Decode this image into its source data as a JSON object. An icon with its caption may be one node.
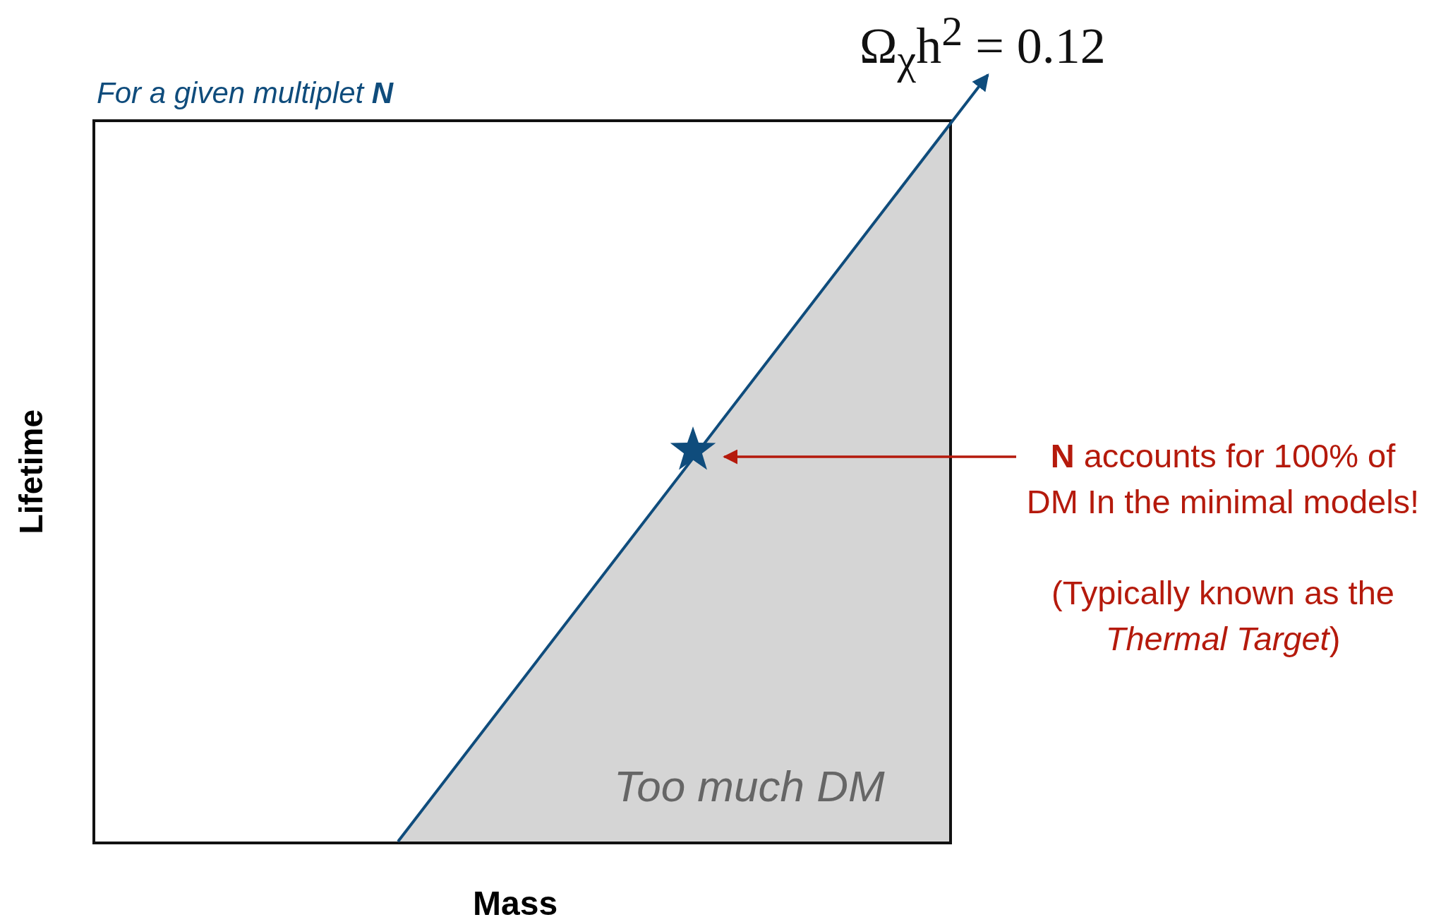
{
  "diagram": {
    "nodes": [
      {
        "text": [
          "**N** accounts for 100% of DM In the minimal models!",
          "(Typically known as the *Thermal Target*)"
        ]
      },
      {
        "text": [],
        "shape": "star"
      }
    ],
    "edges": [
      {
        "from": 0,
        "to": 1,
        "arrow": "to"
      }
    ],
    "labels": [
      "Ω$_{χ}$h$^{2}$ = 0.12",
      "For a given multiplet **N**",
      "Lifetime",
      "Too much DM",
      "Mass"
    ]
  }
}
